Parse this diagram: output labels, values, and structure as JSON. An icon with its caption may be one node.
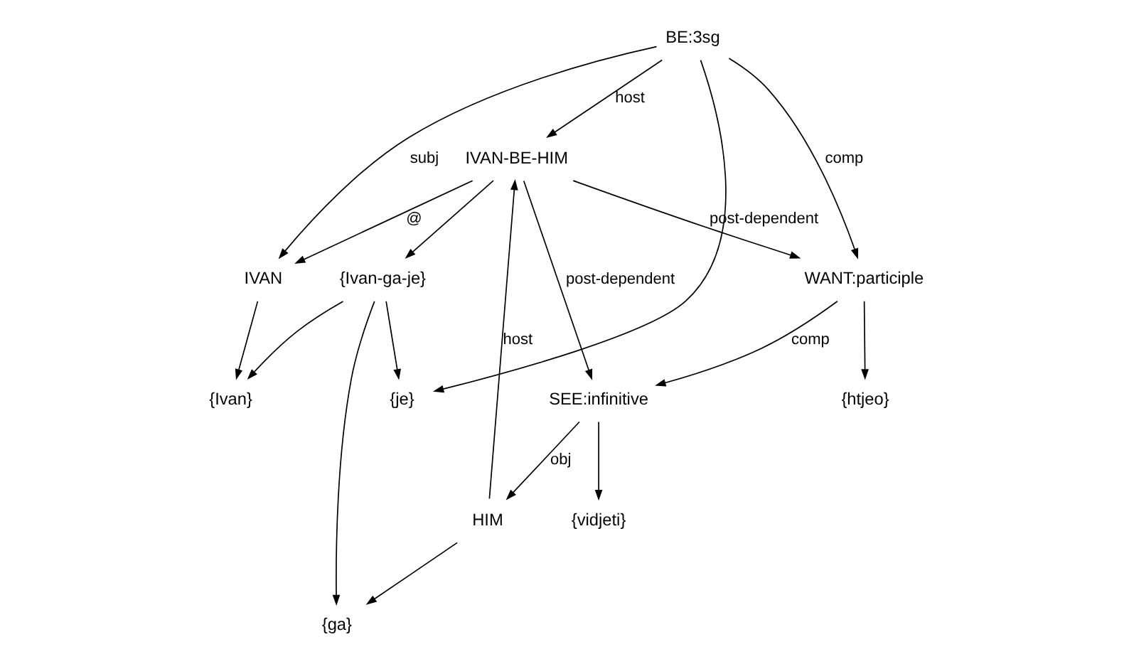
{
  "diagram": {
    "nodes": [
      {
        "text": [
          "IVAN-BE-HIM"
        ]
      },
      {
        "text": [
          "IVAN"
        ]
      },
      {
        "text": [
          "BE:3sg"
        ]
      },
      {
        "text": [
          "WANT:participle"
        ]
      },
      {
        "text": [
          "HIM"
        ]
      },
      {
        "text": [
          "SEE:infinitive"
        ]
      },
      {
        "text": [
          "{Ivan}"
        ]
      },
      {
        "text": [
          "{ga}"
        ]
      },
      {
        "text": [
          "{je}"
        ]
      },
      {
        "text": [
          "{htjeo}"
        ]
      },
      {
        "text": [
          "{vidjeti}"
        ]
      },
      {
        "text": [
          "{Ivan-ga-je}"
        ]
      }
    ],
    "edges": [
      {
        "from": 0,
        "to": 1,
        "arrow": "to",
        "label": "@"
      },
      {
        "from": 2,
        "to": 1,
        "arrow": "to",
        "label": "subj"
      },
      {
        "from": 2,
        "to": 0,
        "arrow": "to",
        "label": "host"
      },
      {
        "from": 2,
        "to": 3,
        "arrow": "to",
        "label": "comp"
      },
      {
        "from": 0,
        "to": 3,
        "arrow": "to",
        "label": "post-dependent"
      },
      {
        "from": 4,
        "to": 0,
        "arrow": "to",
        "label": "host"
      },
      {
        "from": 0,
        "to": 5,
        "arrow": "to",
        "label": "post-dependent"
      },
      {
        "from": 3,
        "to": 5,
        "arrow": "to",
        "label": "comp"
      },
      {
        "from": 5,
        "to": 4,
        "arrow": "to",
        "label": "obj"
      },
      {
        "from": 1,
        "to": 6,
        "arrow": "to"
      },
      {
        "from": 2,
        "to": 8,
        "arrow": "to"
      },
      {
        "from": 3,
        "to": 9,
        "arrow": "to"
      },
      {
        "from": 5,
        "to": 10,
        "arrow": "to"
      },
      {
        "from": 4,
        "to": 7,
        "arrow": "to"
      },
      {
        "from": 0,
        "to": 11,
        "arrow": "to"
      },
      {
        "from": 11,
        "to": 6,
        "arrow": "to"
      },
      {
        "from": 11,
        "to": 7,
        "arrow": "to"
      },
      {
        "from": 11,
        "to": 8,
        "arrow": "to"
      }
    ]
  }
}
